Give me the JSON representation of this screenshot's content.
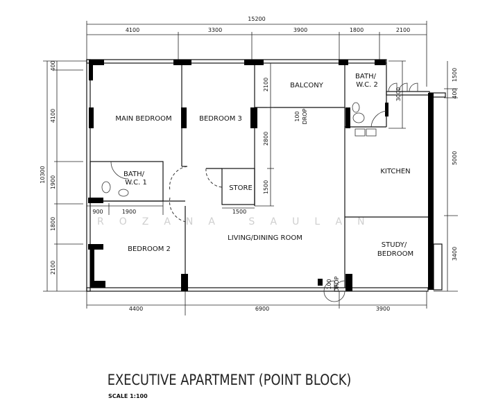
{
  "title": "EXECUTIVE APARTMENT (POINT BLOCK)",
  "scale": "SCALE 1:100",
  "watermark": "ROZANA SAULAN",
  "rooms": {
    "main_bedroom": "MAIN BEDROOM",
    "bedroom3": "BEDROOM 3",
    "balcony": "BALCONY",
    "bath2_line1": "BATH/",
    "bath2_line2": "W.C. 2",
    "bath1_line1": "BATH/",
    "bath1_line2": "W.C. 1",
    "store": "STORE",
    "kitchen": "KITCHEN",
    "living": "LIVING/DINING ROOM",
    "bedroom2": "BEDROOM 2",
    "study_line1": "STUDY/",
    "study_line2": "BEDROOM"
  },
  "drops": {
    "value": "100",
    "label": "DROP"
  },
  "dimensions": {
    "overall_width": "15200",
    "top": [
      "4100",
      "3300",
      "3900",
      "1800",
      "2100"
    ],
    "bottom": [
      "4400",
      "6900",
      "3900"
    ],
    "overall_height": "10300",
    "left": [
      "400",
      "4100",
      "1900",
      "1800",
      "2100"
    ],
    "right": [
      "1500",
      "400",
      "5000",
      "3400"
    ],
    "bath2_height": "3000",
    "internal": {
      "balcony": "2100",
      "living_upper": "2800",
      "store_height": "1500",
      "store_width": "1500",
      "wc1_a": "900",
      "wc1_b": "1900"
    }
  }
}
